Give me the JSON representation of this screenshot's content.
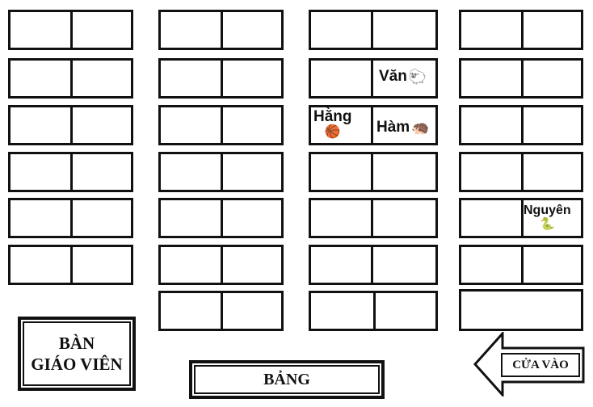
{
  "room": {
    "teacher_desk": {
      "line1": "BÀN",
      "line2": "GIÁO VIÊN"
    },
    "board": "BẢNG",
    "entrance": "CỬA VÀO"
  },
  "students": [
    {
      "name": "Văn",
      "icon": "sheep-icon",
      "emoji": "🐑",
      "column": 3,
      "row": 2,
      "seat": "right"
    },
    {
      "name": "Hằng",
      "icon": "basketball-icon",
      "emoji": "🏀",
      "column": 3,
      "row": 3,
      "seat": "left"
    },
    {
      "name": "Hàm",
      "icon": "hedgehog-icon",
      "emoji": "🦔",
      "column": 3,
      "row": 3,
      "seat": "right"
    },
    {
      "name": "Nguyên",
      "icon": "snake-icon",
      "emoji": "🐍",
      "column": 4,
      "row": 5,
      "seat": "right"
    }
  ]
}
